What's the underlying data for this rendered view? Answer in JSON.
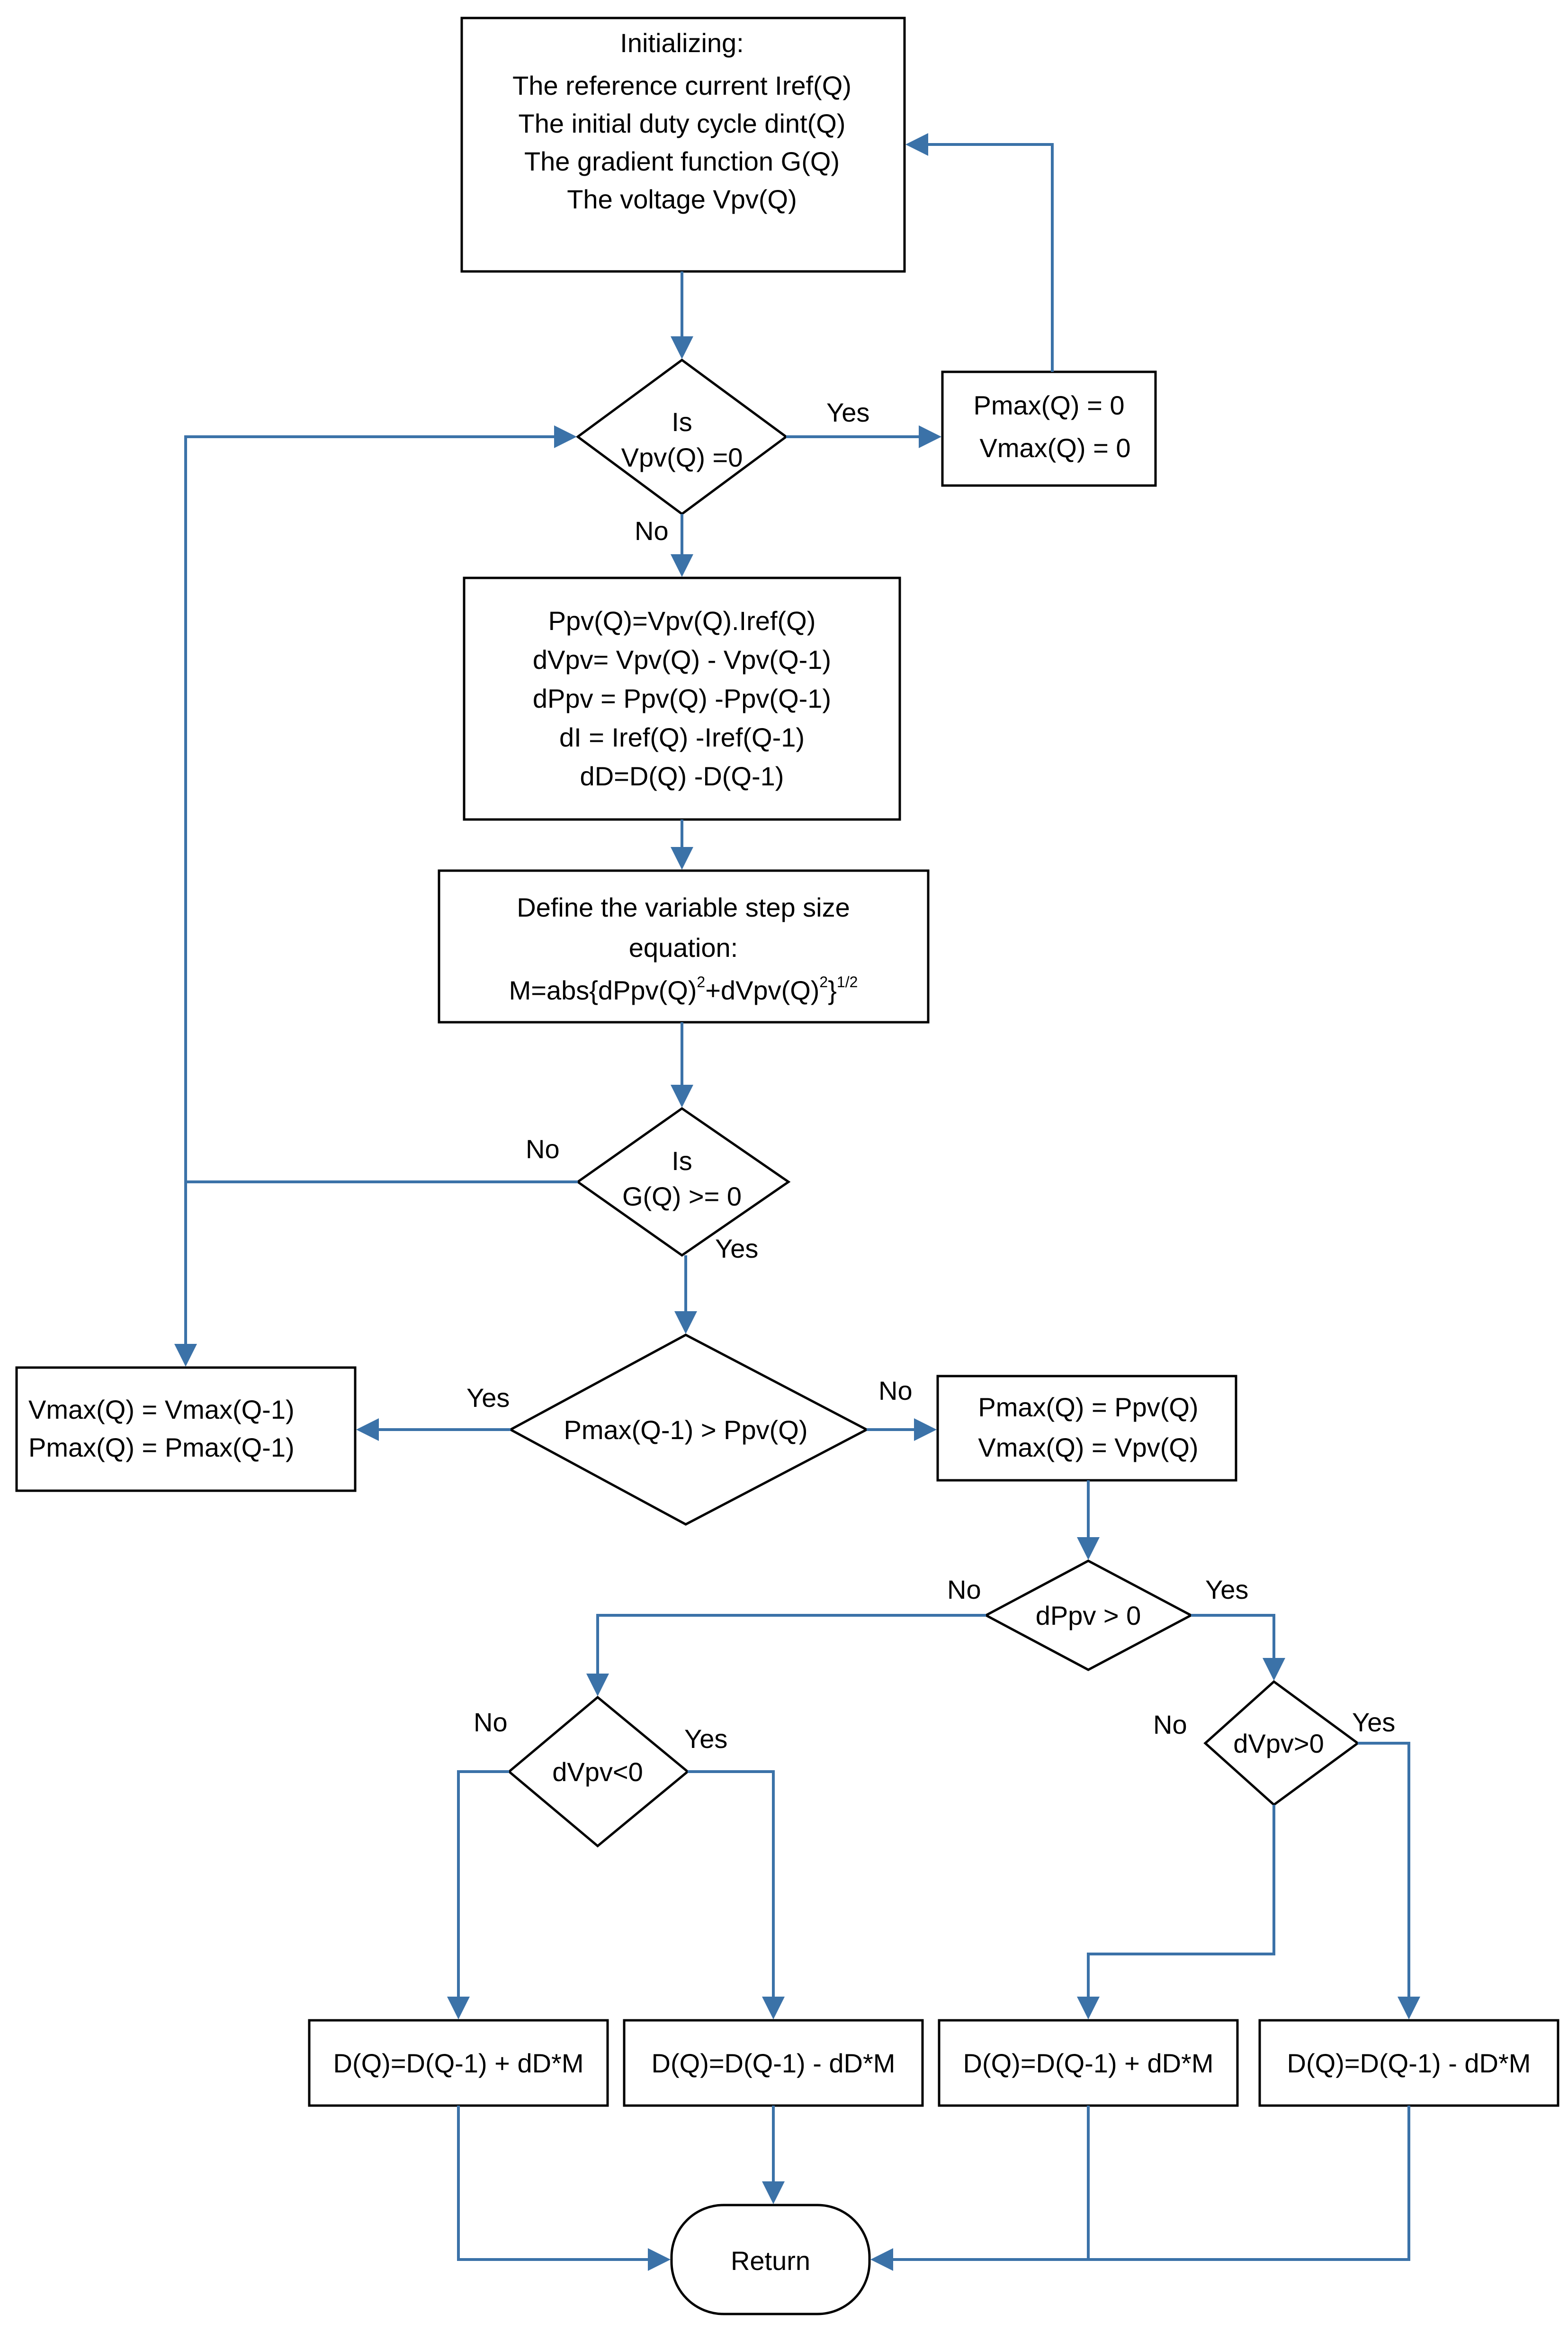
{
  "init": {
    "title": "Initializing:",
    "lines": [
      "The reference current Iref(Q)",
      "The initial duty cycle dint(Q)",
      "The gradient function G(Q)",
      "The voltage Vpv(Q)"
    ]
  },
  "decision_vpv": {
    "line1": "Is",
    "line2": "Vpv(Q) =0"
  },
  "reset_box": {
    "lines": [
      "Pmax(Q) = 0",
      "Vmax(Q) = 0"
    ]
  },
  "calc_box": {
    "lines": [
      "Ppv(Q)=Vpv(Q).Iref(Q)",
      "dVpv= Vpv(Q) - Vpv(Q-1)",
      "dPpv = Ppv(Q) -Ppv(Q-1)",
      "dI = Iref(Q) -Iref(Q-1)",
      "dD=D(Q) -D(Q-1)"
    ]
  },
  "step_box": {
    "line1": "Define the variable step size",
    "line2": "equation:",
    "eq_main": "M=abs{dPpv(Q)",
    "eq_sup1": "2",
    "eq_mid": "+dVpv(Q)",
    "eq_sup2": "2",
    "eq_end": "}",
    "eq_sup3": "1/2"
  },
  "decision_g": {
    "line1": "Is",
    "line2": "G(Q) >= 0"
  },
  "decision_pmax": {
    "text": "Pmax(Q-1) > Ppv(Q)"
  },
  "keep_box": {
    "lines": [
      "Vmax(Q) = Vmax(Q-1)",
      "Pmax(Q) = Pmax(Q-1)"
    ]
  },
  "update_box": {
    "lines": [
      "Pmax(Q) = Ppv(Q)",
      "Vmax(Q) = Vpv(Q)"
    ]
  },
  "decision_dppv": {
    "text": "dPpv > 0"
  },
  "decision_dvpv_neg": {
    "text": "dVpv<0"
  },
  "decision_dvpv_pos": {
    "text": "dVpv>0"
  },
  "actions": [
    "D(Q)=D(Q-1) + dD*M",
    "D(Q)=D(Q-1) - dD*M",
    "D(Q)=D(Q-1) + dD*M",
    "D(Q)=D(Q-1) - dD*M"
  ],
  "return_label": "Return",
  "labels": {
    "yes": "Yes",
    "no": "No"
  },
  "colors": {
    "connector": "#3b72a8",
    "box_border": "#000000",
    "background": "#ffffff"
  }
}
